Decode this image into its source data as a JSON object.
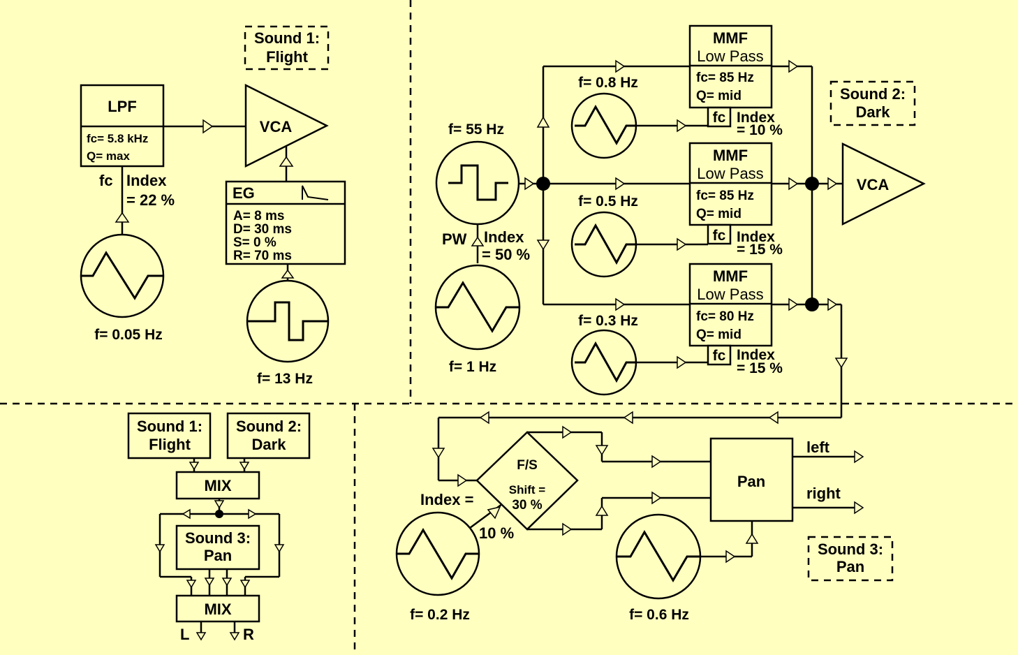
{
  "colors": {
    "background": "#FFFFC0",
    "ink": "#000000"
  },
  "quad1": {
    "sound_label": [
      "Sound 1:",
      "Flight"
    ],
    "lpf": {
      "title": "LPF",
      "fc": "fc= 5.8 kHz",
      "q": "Q= max"
    },
    "vca": "VCA",
    "fc_label": "fc",
    "index_1": "Index",
    "index_2": "= 22 %",
    "lfo_freq": "f= 0.05 Hz",
    "eg": {
      "title": "EG",
      "a": "A= 8 ms",
      "d": "D= 30 ms",
      "s": "S= 0 %",
      "r": "R= 70 ms"
    },
    "square_freq": "f= 13 Hz"
  },
  "quad2": {
    "sound_label": [
      "Sound 2:",
      "Dark"
    ],
    "osc_freq": "f= 55 Hz",
    "pw_label": "PW",
    "pw_index_1": "Index",
    "pw_index_2": "= 50 %",
    "pw_lfo_freq": "f= 1 Hz",
    "vca": "VCA",
    "filters": [
      {
        "title": "MMF",
        "mode": "Low Pass",
        "fc": "fc= 85 Hz",
        "q": "Q= mid",
        "fc_label": "fc",
        "index_1": "Index",
        "index_2": "= 10 %",
        "lfo_freq": "f= 0.8 Hz"
      },
      {
        "title": "MMF",
        "mode": "Low Pass",
        "fc": "fc= 85 Hz",
        "q": "Q= mid",
        "fc_label": "fc",
        "index_1": "Index",
        "index_2": "= 15 %",
        "lfo_freq": "f= 0.5 Hz"
      },
      {
        "title": "MMF",
        "mode": "Low Pass",
        "fc": "fc= 80 Hz",
        "q": "Q= mid",
        "fc_label": "fc",
        "index_1": "Index",
        "index_2": "= 15 %",
        "lfo_freq": "f= 0.3 Hz"
      }
    ]
  },
  "quad3": {
    "sound1": [
      "Sound 1:",
      "Flight"
    ],
    "sound2": [
      "Sound 2:",
      "Dark"
    ],
    "mix_top": "MIX",
    "sound3": [
      "Sound 3:",
      "Pan"
    ],
    "mix_bottom": "MIX",
    "out_l": "L",
    "out_r": "R"
  },
  "quad4": {
    "fs_title": "F/S",
    "fs_shift_1": "Shift =",
    "fs_shift_2": "30 %",
    "index_1": "Index =",
    "index_2": "10 %",
    "lfo1_freq": "f= 0.2 Hz",
    "pan": "Pan",
    "left": "left",
    "right": "right",
    "lfo2_freq": "f= 0.6 Hz",
    "sound_label": [
      "Sound 3:",
      "Pan"
    ]
  }
}
